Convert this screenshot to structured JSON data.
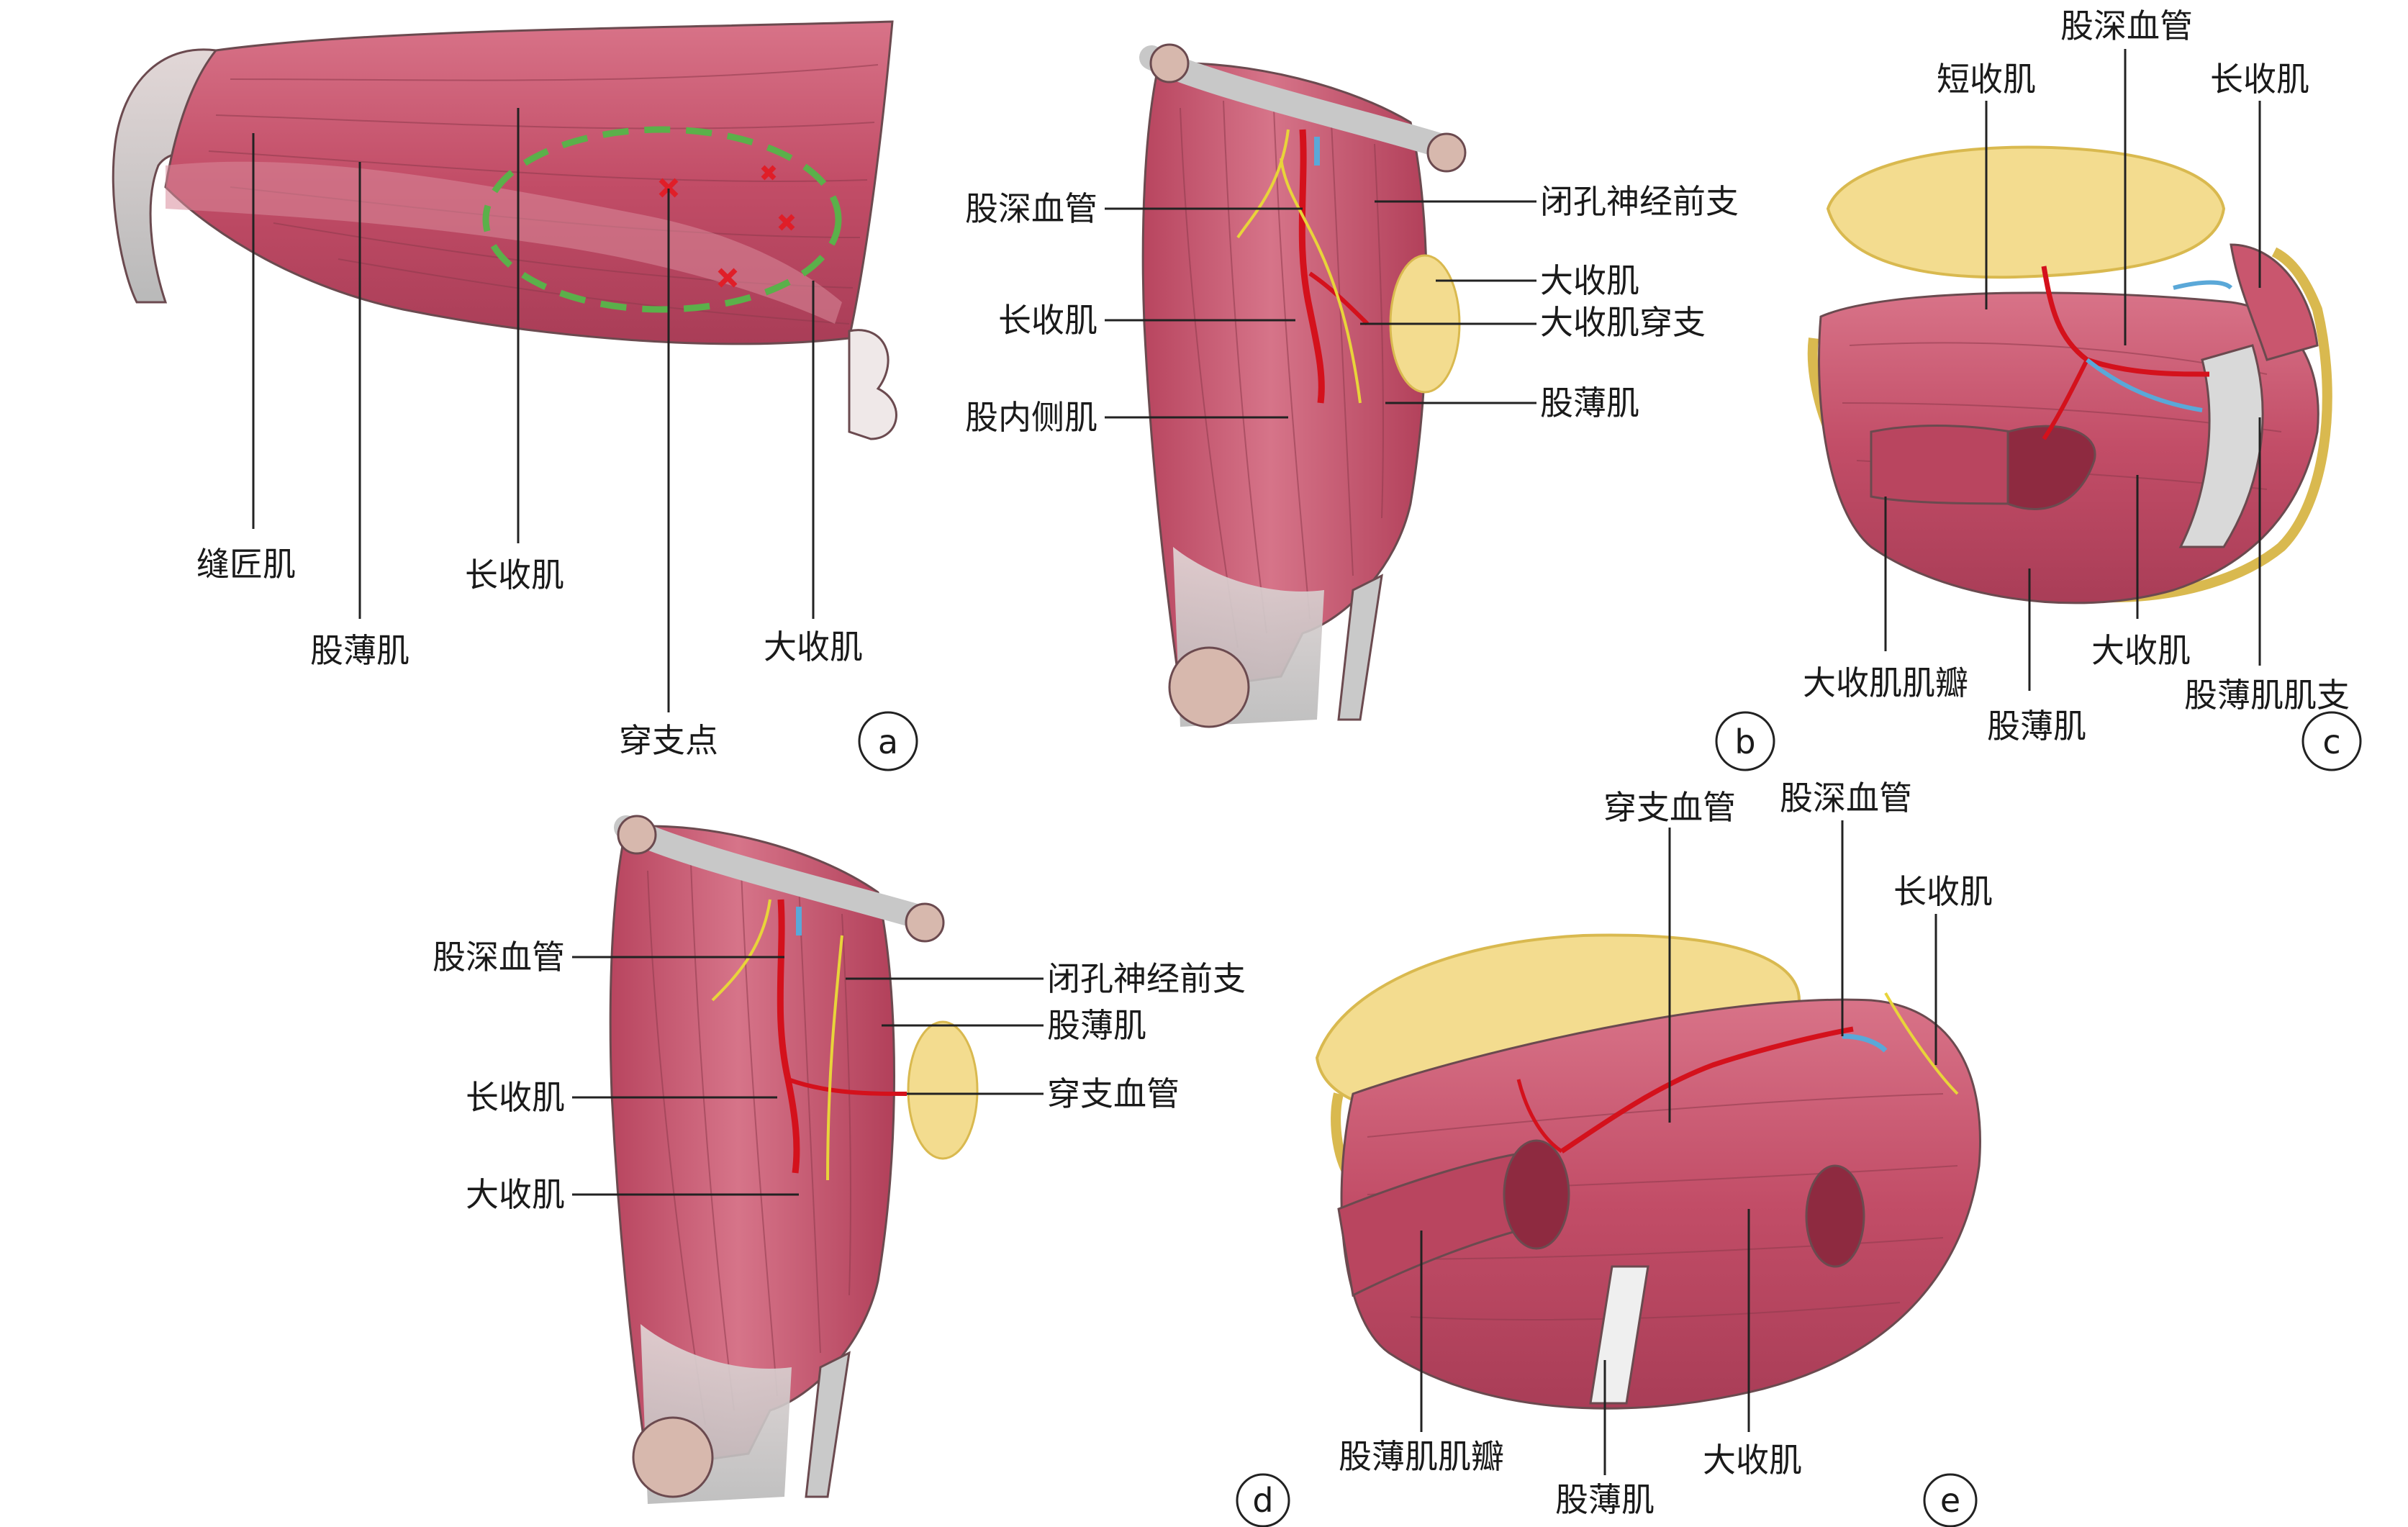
{
  "colors": {
    "muscle": "#c9566e",
    "muscle_dark": "#a83e58",
    "muscle_light": "#e7a9b6",
    "tendon": "#d9d9d9",
    "bone": "#d7b8ad",
    "fat": "#f3dc8f",
    "fat_edge": "#d9b94f",
    "artery": "#d4111c",
    "vein": "#5aa8d8",
    "nerve": "#e8d43a",
    "dash": "#5bb04a",
    "mark": "#e01e28"
  },
  "icons": [
    "perforator-mark-icon",
    "panel-letter-circle-icon"
  ],
  "panels": {
    "a": {
      "letter": "a",
      "labels": {
        "sartorius": "缝匠肌",
        "gracilis": "股薄肌",
        "adductor_longus": "长收肌",
        "adductor_magnus": "大收肌",
        "perforator_point": "穿支点"
      }
    },
    "b": {
      "letter": "b",
      "labels": {
        "profunda": "股深血管",
        "adductor_longus": "长收肌",
        "vastus_medialis": "股内侧肌",
        "obturator_nerve": "闭孔神经前支",
        "adductor_magnus": "大收肌",
        "magnus_perforator": "大收肌穿支",
        "gracilis": "股薄肌"
      }
    },
    "c": {
      "letter": "c",
      "labels": {
        "profunda": "股深血管",
        "adductor_brevis": "短收肌",
        "adductor_longus": "长收肌",
        "magnus_flap": "大收肌肌瓣",
        "gracilis": "股薄肌",
        "adductor_magnus": "大收肌",
        "gracilis_branch": "股薄肌肌支"
      }
    },
    "d": {
      "letter": "d",
      "labels": {
        "profunda": "股深血管",
        "adductor_longus": "长收肌",
        "adductor_magnus": "大收肌",
        "obturator_nerve": "闭孔神经前支",
        "gracilis": "股薄肌",
        "perforator_vessel": "穿支血管"
      }
    },
    "e": {
      "letter": "e",
      "labels": {
        "perforator_vessel": "穿支血管",
        "profunda": "股深血管",
        "adductor_longus": "长收肌",
        "gracilis_flap": "股薄肌肌瓣",
        "gracilis": "股薄肌",
        "adductor_magnus": "大收肌"
      }
    }
  }
}
